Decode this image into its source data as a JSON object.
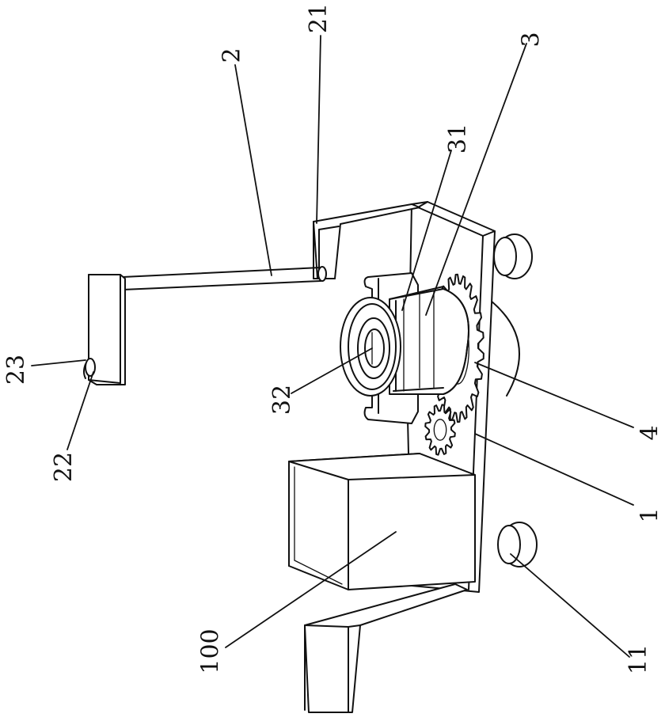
{
  "figure": {
    "callouts": [
      {
        "id": "c-21",
        "text": "21"
      },
      {
        "id": "c-2",
        "text": "2"
      },
      {
        "id": "c-3",
        "text": "3"
      },
      {
        "id": "c-31",
        "text": "31"
      },
      {
        "id": "c-23",
        "text": "23"
      },
      {
        "id": "c-22",
        "text": "22"
      },
      {
        "id": "c-32",
        "text": "32"
      },
      {
        "id": "c-4",
        "text": "4"
      },
      {
        "id": "c-1",
        "text": "1"
      },
      {
        "id": "c-100",
        "text": "100"
      },
      {
        "id": "c-11",
        "text": "11"
      }
    ]
  }
}
